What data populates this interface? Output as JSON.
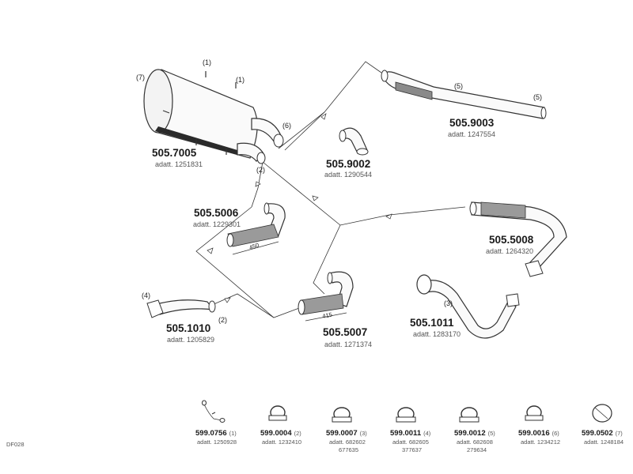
{
  "drawing_code": "DF028",
  "parts": [
    {
      "id": "muffler",
      "number": "505.7005",
      "adapt": "adatt. 1251831"
    },
    {
      "id": "elbow",
      "number": "505.9002",
      "adapt": "adatt. 1290544"
    },
    {
      "id": "tailpipe",
      "number": "505.9003",
      "adapt": "adatt. 1247554"
    },
    {
      "id": "flex-450",
      "number": "505.5006",
      "adapt": "adatt. 1229301",
      "dimension": "450"
    },
    {
      "id": "flex-415",
      "number": "505.5007",
      "adapt": "adatt. 1271374",
      "dimension": "415"
    },
    {
      "id": "front-pipe-left",
      "number": "505.1010",
      "adapt": "adatt. 1205829"
    },
    {
      "id": "front-pipe-right",
      "number": "505.1011",
      "adapt": "adatt. 1283170"
    },
    {
      "id": "flex-long",
      "number": "505.5008",
      "adapt": "adatt. 1264320"
    }
  ],
  "callouts": {
    "muffler_top_1": "(1)",
    "muffler_mid_1": "(1)",
    "muffler_end_7": "(7)",
    "muffler_outlet_6": "(6)",
    "muffler_inlet_2": "(2)",
    "tailpipe_5a": "(5)",
    "tailpipe_5b": "(5)",
    "front_left_4": "(4)",
    "front_left_2": "(2)",
    "front_right_3": "(3)"
  },
  "hardware": [
    {
      "number": "599.0756",
      "ref": "(1)",
      "adapt": [
        "adatt. 1250928"
      ],
      "icon": "strap-hanger-icon"
    },
    {
      "number": "599.0004",
      "ref": "(2)",
      "adapt": [
        "adatt. 1232410"
      ],
      "icon": "clamp-icon"
    },
    {
      "number": "599.0007",
      "ref": "(3)",
      "adapt": [
        "adatt. 682602",
        "677635"
      ],
      "icon": "clamp-icon"
    },
    {
      "number": "599.0011",
      "ref": "(4)",
      "adapt": [
        "adatt. 682605",
        "377637"
      ],
      "icon": "clamp-icon"
    },
    {
      "number": "599.0012",
      "ref": "(5)",
      "adapt": [
        "adatt. 682608",
        "279634"
      ],
      "icon": "clamp-icon"
    },
    {
      "number": "599.0016",
      "ref": "(6)",
      "adapt": [
        "adatt. 1234212"
      ],
      "icon": "clamp-icon"
    },
    {
      "number": "599.0502",
      "ref": "(7)",
      "adapt": [
        "adatt. 1248184"
      ],
      "icon": "gasket-ring-icon"
    }
  ]
}
